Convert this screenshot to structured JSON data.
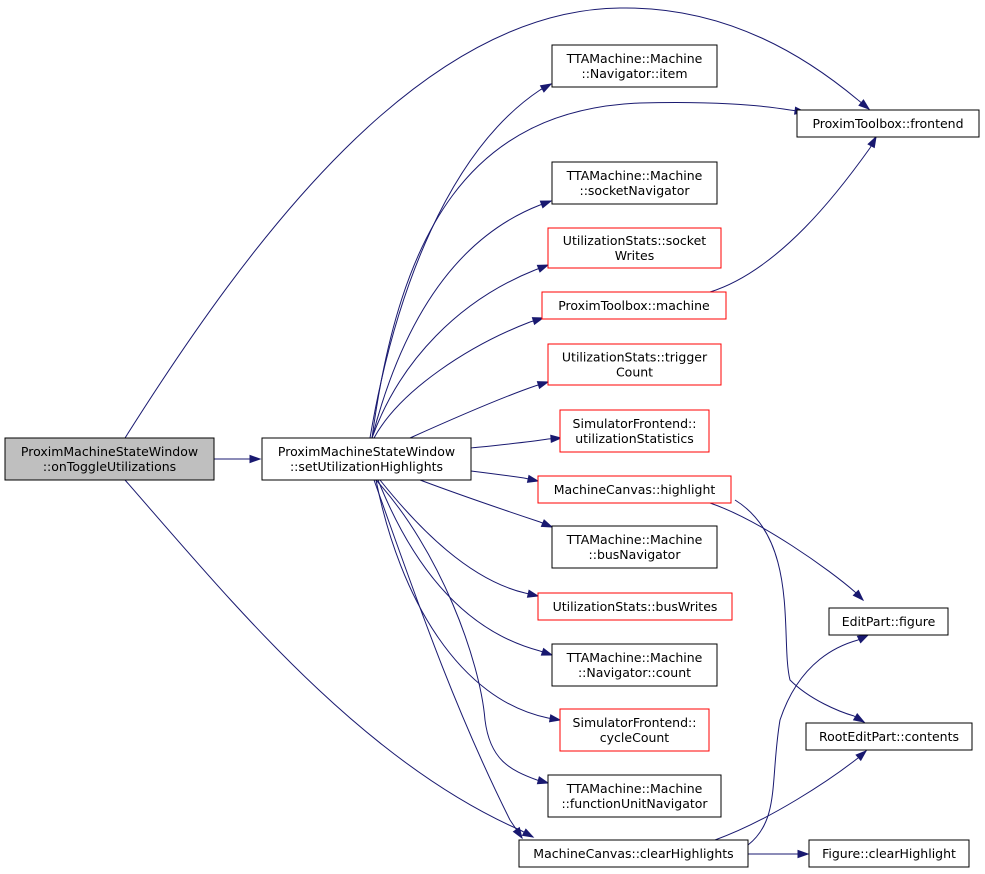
{
  "colors": {
    "edge": "#191970",
    "node_border_default": "#000000",
    "node_border_undocumented": "#ff0000",
    "node_fill_focus": "#bfbfbf",
    "node_fill": "#ffffff"
  },
  "nodes": [
    {
      "id": "onToggle",
      "lines": [
        "ProximMachineStateWindow",
        "::onToggleUtilizations"
      ],
      "style": "focus"
    },
    {
      "id": "setUtil",
      "lines": [
        "ProximMachineStateWindow",
        "::setUtilizationHighlights"
      ],
      "style": "default"
    },
    {
      "id": "navItem",
      "lines": [
        "TTAMachine::Machine",
        "::Navigator::item"
      ],
      "style": "default"
    },
    {
      "id": "frontend",
      "lines": [
        "ProximToolbox::frontend"
      ],
      "style": "default"
    },
    {
      "id": "socketNav",
      "lines": [
        "TTAMachine::Machine",
        "::socketNavigator"
      ],
      "style": "default"
    },
    {
      "id": "socketWrites",
      "lines": [
        "UtilizationStats::socket",
        "Writes"
      ],
      "style": "red"
    },
    {
      "id": "machine",
      "lines": [
        "ProximToolbox::machine"
      ],
      "style": "red"
    },
    {
      "id": "triggerCount",
      "lines": [
        "UtilizationStats::trigger",
        "Count"
      ],
      "style": "red"
    },
    {
      "id": "utilStats",
      "lines": [
        "SimulatorFrontend::",
        "utilizationStatistics"
      ],
      "style": "red"
    },
    {
      "id": "highlight",
      "lines": [
        "MachineCanvas::highlight"
      ],
      "style": "red"
    },
    {
      "id": "busNav",
      "lines": [
        "TTAMachine::Machine",
        "::busNavigator"
      ],
      "style": "default"
    },
    {
      "id": "busWrites",
      "lines": [
        "UtilizationStats::busWrites"
      ],
      "style": "red"
    },
    {
      "id": "navCount",
      "lines": [
        "TTAMachine::Machine",
        "::Navigator::count"
      ],
      "style": "default"
    },
    {
      "id": "cycleCount",
      "lines": [
        "SimulatorFrontend::",
        "cycleCount"
      ],
      "style": "red"
    },
    {
      "id": "fuNav",
      "lines": [
        "TTAMachine::Machine",
        "::functionUnitNavigator"
      ],
      "style": "default"
    },
    {
      "id": "clearHighlights",
      "lines": [
        "MachineCanvas::clearHighlights"
      ],
      "style": "default"
    },
    {
      "id": "figure",
      "lines": [
        "EditPart::figure"
      ],
      "style": "default"
    },
    {
      "id": "contents",
      "lines": [
        "RootEditPart::contents"
      ],
      "style": "default"
    },
    {
      "id": "clearHighlight",
      "lines": [
        "Figure::clearHighlight"
      ],
      "style": "default"
    }
  ],
  "edges": [
    {
      "from": "onToggle",
      "to": "setUtil"
    },
    {
      "from": "onToggle",
      "to": "frontend"
    },
    {
      "from": "onToggle",
      "to": "clearHighlights"
    },
    {
      "from": "setUtil",
      "to": "navItem"
    },
    {
      "from": "setUtil",
      "to": "frontend"
    },
    {
      "from": "setUtil",
      "to": "socketNav"
    },
    {
      "from": "setUtil",
      "to": "socketWrites"
    },
    {
      "from": "setUtil",
      "to": "machine"
    },
    {
      "from": "setUtil",
      "to": "triggerCount"
    },
    {
      "from": "setUtil",
      "to": "utilStats"
    },
    {
      "from": "setUtil",
      "to": "highlight"
    },
    {
      "from": "setUtil",
      "to": "busNav"
    },
    {
      "from": "setUtil",
      "to": "busWrites"
    },
    {
      "from": "setUtil",
      "to": "navCount"
    },
    {
      "from": "setUtil",
      "to": "cycleCount"
    },
    {
      "from": "setUtil",
      "to": "fuNav"
    },
    {
      "from": "setUtil",
      "to": "clearHighlights"
    },
    {
      "from": "machine",
      "to": "frontend"
    },
    {
      "from": "highlight",
      "to": "figure"
    },
    {
      "from": "highlight",
      "to": "contents"
    },
    {
      "from": "clearHighlights",
      "to": "figure"
    },
    {
      "from": "clearHighlights",
      "to": "contents"
    },
    {
      "from": "clearHighlights",
      "to": "clearHighlight"
    }
  ]
}
